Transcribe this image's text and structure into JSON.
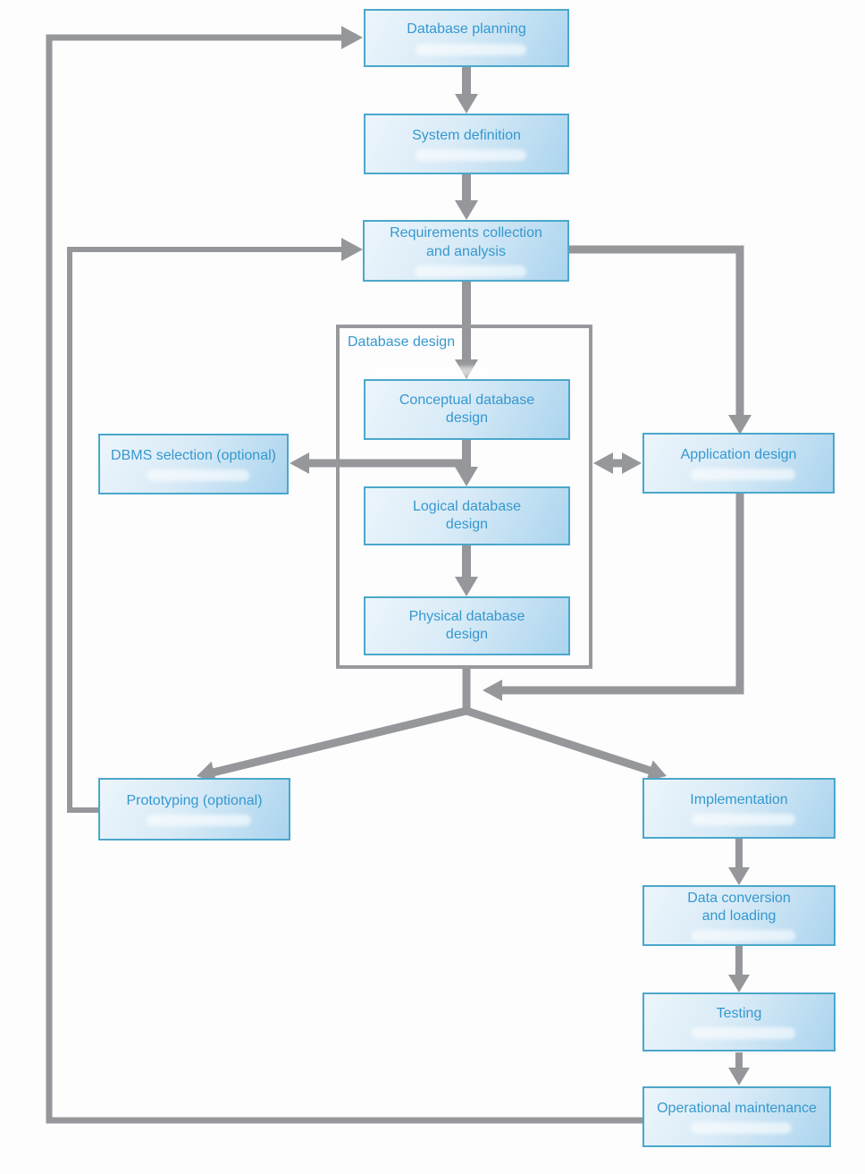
{
  "colors": {
    "box-border": "#4BA7CB",
    "box-fill-light": "#ECF5FB",
    "box-fill-mid": "#D9EBF7",
    "box-fill-dark": "#ABD4EE",
    "label-blue": "#3598CF",
    "wire-gray": "#95979A",
    "group-border": "#97999C"
  },
  "group": {
    "label": "Database design"
  },
  "nodes": {
    "database_planning": {
      "label": "Database planning"
    },
    "system_definition": {
      "label": "System definition"
    },
    "requirements": {
      "label": "Requirements collection and analysis"
    },
    "conceptual": {
      "label": "Conceptual database design"
    },
    "logical": {
      "label": "Logical database design"
    },
    "physical": {
      "label": "Physical database design"
    },
    "dbms_selection": {
      "label": "DBMS selection (optional)"
    },
    "application_design": {
      "label": "Application design"
    },
    "prototyping": {
      "label": "Prototyping (optional)"
    },
    "implementation": {
      "label": "Implementation"
    },
    "data_conversion": {
      "label": "Data conversion and loading"
    },
    "testing": {
      "label": "Testing"
    },
    "operational_maintenance": {
      "label": "Operational maintenance"
    }
  }
}
